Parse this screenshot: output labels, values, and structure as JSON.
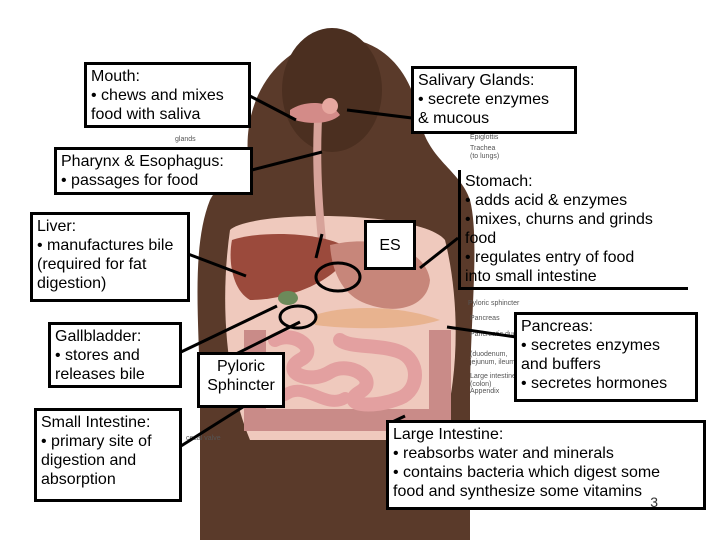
{
  "labels": {
    "mouth": "Mouth:\n• chews and mixes\n   food with saliva",
    "salivary": "Salivary Glands:\n• secrete enzymes\n   & mucous",
    "pharynx": "Pharynx & Esophagus:\n• passages for food",
    "stomach": "Stomach:\n• adds acid & enzymes\n• mixes, churns and grinds\n   food\n• regulates entry of food\n   into small intestine",
    "liver": "Liver:\n• manufactures bile\n   (required for fat\n   digestion)",
    "es": "ES",
    "gallbladder": "Gallbladder:\n• stores and\n   releases bile",
    "pyloric": "Pyloric\nSphincter",
    "pancreas": "Pancreas:\n• secretes enzymes\n   and buffers\n• secretes hormones",
    "small_intestine": "Small Intestine:\n• primary site of\n   digestion and\n   absorption",
    "large_intestine": "Large Intestine:\n• reabsorbs water and minerals\n• contains bacteria which digest some\n   food and synthesize some vitamins"
  },
  "figure_labels": {
    "glands": "glands",
    "epiglottis": "Epiglottis",
    "trachea": "Trachea\n(to lungs)",
    "pyloric_sphincter_small": "Pyloric sphincter",
    "pancreas_small": "Pancreas",
    "pancreatic_duct": "Pancreatic duct",
    "duodenum": "(duodenum,\njejunum, ileum)",
    "large_intestine_small": "Large intestine\n(colon)",
    "appendix": "Appendix",
    "cecal_valve": "cecal valve"
  },
  "slide_number": "3",
  "colors": {
    "skin": "#5a3a2a",
    "skin_dark": "#3e2619",
    "liver": "#9b4a3c",
    "stomach": "#c7867a",
    "intestine": "#e3a0a0",
    "colon": "#c98b88",
    "esophagus": "#d7a39a",
    "gallbladder": "#6c8a5a"
  }
}
